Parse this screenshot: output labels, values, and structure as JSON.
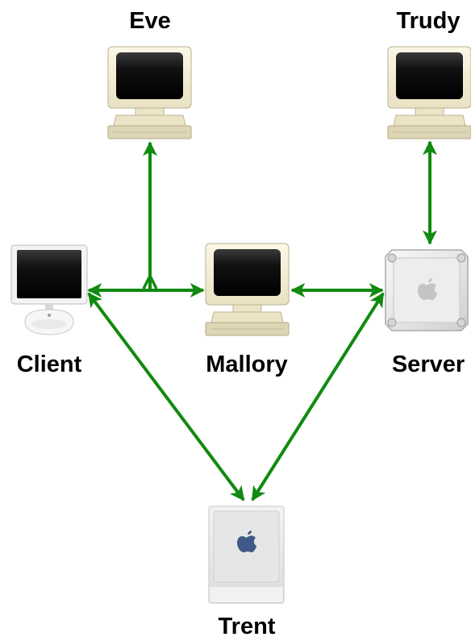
{
  "nodes": {
    "eve": {
      "label": "Eve",
      "icon": "crt-monitor-icon"
    },
    "trudy": {
      "label": "Trudy",
      "icon": "crt-monitor-icon"
    },
    "client": {
      "label": "Client",
      "icon": "imac-icon"
    },
    "mallory": {
      "label": "Mallory",
      "icon": "crt-monitor-icon"
    },
    "server": {
      "label": "Server",
      "icon": "power-mac-server-icon"
    },
    "trent": {
      "label": "Trent",
      "icon": "cube-computer-icon"
    }
  },
  "connections": [
    {
      "from": "Client",
      "to": "Mallory",
      "type": "bidirectional"
    },
    {
      "from": "Mallory",
      "to": "Server",
      "type": "bidirectional"
    },
    {
      "from": "Eve",
      "to": "Client-Mallory link",
      "type": "tap"
    },
    {
      "from": "Trudy",
      "to": "Server",
      "type": "bidirectional"
    },
    {
      "from": "Client",
      "to": "Trent",
      "type": "bidirectional"
    },
    {
      "from": "Server",
      "to": "Trent",
      "type": "bidirectional"
    }
  ],
  "colors": {
    "arrow": "#108a10",
    "monitor_case": "#f4eed5",
    "screen": "#0a0a0a",
    "aluminum": "#e6e6e6"
  }
}
